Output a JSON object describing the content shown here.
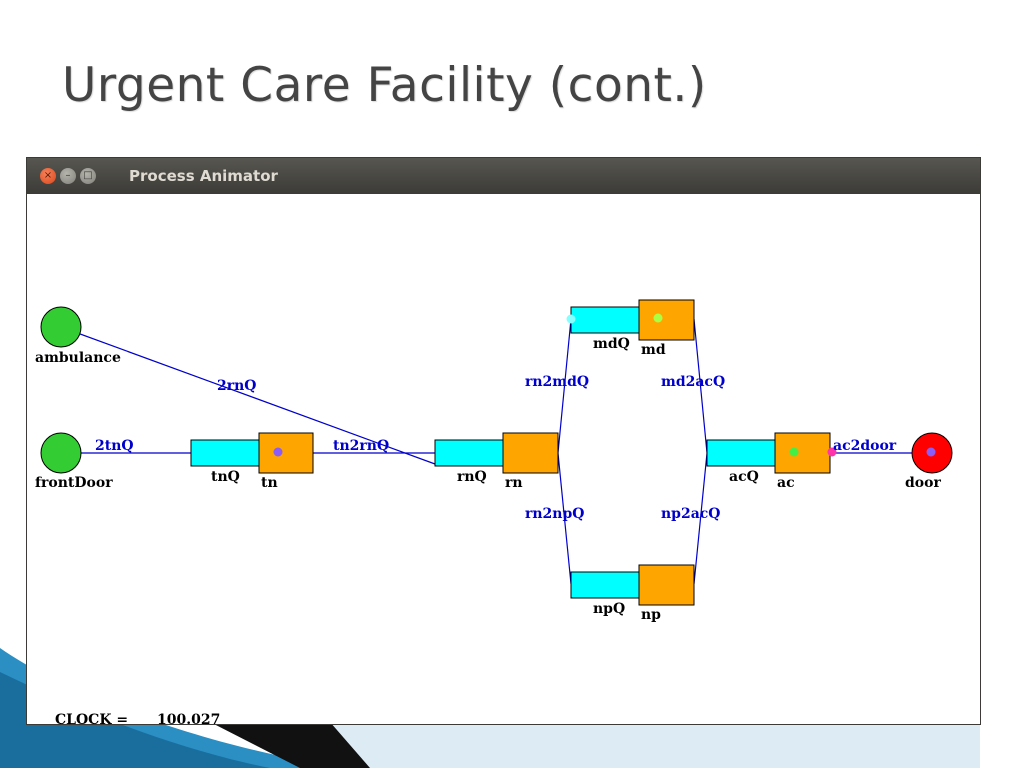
{
  "slide": {
    "title": "Urgent Care Facility (cont.)"
  },
  "window": {
    "title": "Process Animator",
    "close_glyph": "×",
    "min_glyph": "–",
    "max_glyph": "□"
  },
  "colors": {
    "source": "#33cc33",
    "sink": "#ff0000",
    "queue": "#00ffff",
    "server": "#ffa500",
    "edge": "#0000cc",
    "token_purple": "#8b5cf6",
    "token_green": "#44ee44",
    "token_cyan": "#88ffff",
    "token_lime": "#aaff44",
    "token_pink": "#ff33aa"
  },
  "model": {
    "nodes": {
      "ambulance": "ambulance",
      "frontDoor": "frontDoor",
      "tnQ": "tnQ",
      "tn": "tn",
      "rnQ": "rnQ",
      "rn": "rn",
      "mdQ": "mdQ",
      "md": "md",
      "npQ": "npQ",
      "np": "np",
      "acQ": "acQ",
      "ac": "ac",
      "door": "door"
    },
    "edges": {
      "e_2rnQ": "2rnQ",
      "e_2tnQ": "2tnQ",
      "e_tn2rnQ": "tn2rnQ",
      "e_rn2mdQ": "rn2mdQ",
      "e_rn2npQ": "rn2npQ",
      "e_md2acQ": "md2acQ",
      "e_np2acQ": "np2acQ",
      "e_ac2door": "ac2door"
    }
  },
  "clock": {
    "label": "CLOCK =",
    "value": "100.027"
  }
}
